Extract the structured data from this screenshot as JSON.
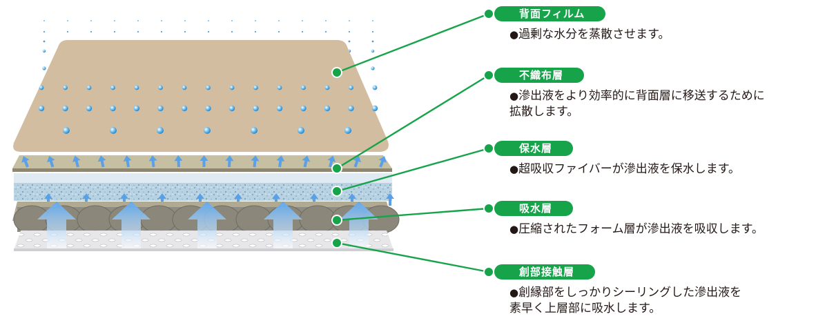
{
  "colors": {
    "accent_green": "#16a34a",
    "film_fill": "#d3bda1",
    "nonwoven_fill": "#c6bfa1",
    "retention_fill": "#b9d2e2",
    "foam_fill": "#8e8b80",
    "contact_fill": "#e7e7e9",
    "arrow_blue": "#60a5fa"
  },
  "icons": {
    "bullet": "●"
  },
  "layers": [
    {
      "label": "背面フィルム",
      "description": "過剰な水分を蒸散させます。"
    },
    {
      "label": "不織布層",
      "description": "滲出液をより効率的に背面層に移送するために\n拡散します。"
    },
    {
      "label": "保水層",
      "description": "超吸収ファイバーが滲出液を保水します。"
    },
    {
      "label": "吸水層",
      "description": "圧縮されたフォーム層が滲出液を吸収します。"
    },
    {
      "label": "創部接触層",
      "description": "創縁部をしっかりシーリングした滲出液を\n素早く上層部に吸水します。"
    }
  ]
}
